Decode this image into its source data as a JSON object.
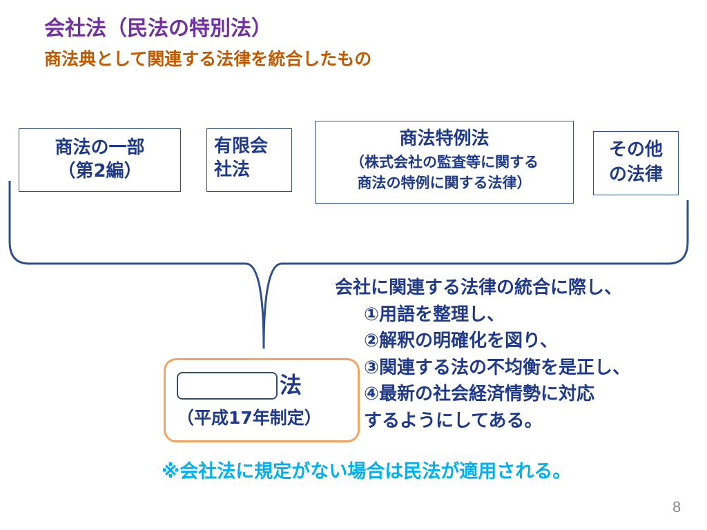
{
  "title": "会社法（民法の特別法）",
  "subtitle": "商法典として関連する法律を統合したもの",
  "law_boxes": {
    "commercial_code": {
      "line1": "商法の一部",
      "line2": "（第2編）"
    },
    "limited_company": {
      "line1": "有限会",
      "line2": "社法"
    },
    "special_act": {
      "line1": "商法特例法",
      "line2": "（株式会社の監査等に関する",
      "line3": "商法の特例に関する法律）"
    },
    "other_laws": {
      "line1": "その他",
      "line2": "の法律"
    }
  },
  "company_law": {
    "blank_value": "",
    "suffix": "法",
    "enacted": "（平成17年制定）"
  },
  "description": {
    "intro": "会社に関連する法律の統合に際し、",
    "items": [
      "①用語を整理し、",
      "②解釈の明確化を図り、",
      "③関連する法の不均衡を是正し、",
      "④最新の社会経済情勢に対応"
    ],
    "closing": "するようにしてある。"
  },
  "note": "※会社法に規定がない場合は民法が適用される。",
  "page_number": "8",
  "colors": {
    "title": "#7030a0",
    "subtitle": "#c05a00",
    "body_text": "#1f3a8a",
    "note": "#00b0f0",
    "box_border": "#2f4f8f",
    "highlight_border": "#f4a460"
  }
}
